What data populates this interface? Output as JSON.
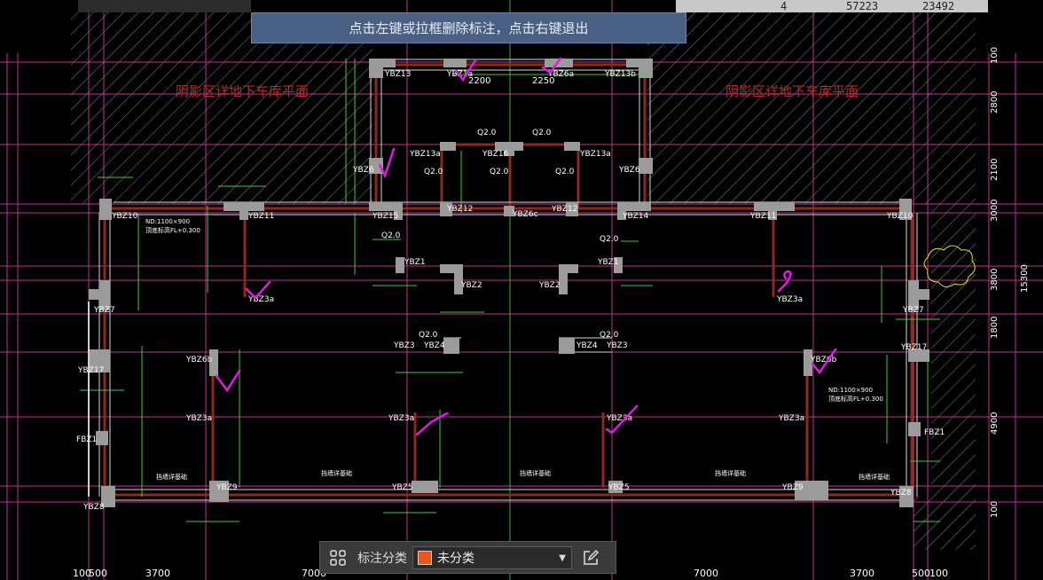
{
  "banner": {
    "message": "点击左键或拉框删除标注，点击右键退出"
  },
  "topbar": {
    "c1": "4",
    "c2": "57223",
    "c3": "23492"
  },
  "toolbar": {
    "category_label": "标注分类",
    "selected_category": "未分类",
    "category_color": "#e8581a"
  },
  "drawing": {
    "zone_label_left": "阴影区详地下车库平面",
    "zone_label_right": "阴影区详地下车库平面",
    "top_dims": [
      "2200",
      "2250"
    ],
    "bottom_dims": [
      "100",
      "500",
      "3700",
      "7000",
      "7000",
      "3700",
      "500",
      "100"
    ],
    "right_dims": [
      "100",
      "2800",
      "2100",
      "3000",
      "3800",
      "1800",
      "4900",
      "100"
    ],
    "total_height": "15300",
    "nd_note_left": "ND:1100×900",
    "nd_note_left2": "顶底标高FL+0.300",
    "nd_note_right": "ND:1100×900",
    "nd_note_right2": "顶底标高FL+0.300",
    "labels": {
      "ybz13": "YBZ13",
      "ybz1a": "YBZ1a",
      "ybz6a": "YBZ6a",
      "ybz13b": "YBZ13b",
      "ybz13a_l": "YBZ13a",
      "ybz16": "YBZ16",
      "ybz13a_r": "YBZ13a",
      "ybz6_l": "YBZ6",
      "ybz6_r": "YBZ6",
      "ybz10_l": "YBZ10",
      "ybz11_l": "YBZ11",
      "ybz15": "YBZ15",
      "ybz12_l": "YBZ12",
      "ybz6c": "YBZ6c",
      "ybz12_r": "YBZ12",
      "ybz14": "YBZ14",
      "ybz11_r": "YBZ11",
      "ybz10_r": "YBZ10",
      "ybz1_l": "YBZ1",
      "ybz1_r": "YBZ1",
      "ybz2_l": "YBZ2",
      "ybz2_r": "YBZ2",
      "ybz6b_l": "YBZ6b",
      "ybz3a_1": "YBZ3a",
      "ybz7": "YBZ7",
      "ybz3a_2": "YBZ3a",
      "ybz7_r": "YBZ7",
      "ybz3_l": "YBZ3",
      "ybz4_l": "YBZ4",
      "ybz4_r": "YBZ4",
      "ybz3_r": "YBZ3",
      "ybz17": "YBZ17",
      "ybz6b_l2": "YBZ6b",
      "ybz6b_r": "YBZ6b",
      "ybz17_r": "YBZ17",
      "ybz3a_l": "YBZ3a",
      "ybz3a_m1": "YBZ3a",
      "ybz3a_m2": "YBZ3a",
      "ybz3a_r": "YBZ3a",
      "fbz1_l": "FBZ1",
      "fbz1_r": "FBZ1",
      "ybz8_l": "YBZ8",
      "ybz9": "YBZ9",
      "ybz5_l": "YBZ5",
      "ybz5_r": "YBZ5",
      "ybz9_r": "YBZ9",
      "ybz8_r": "YBZ8",
      "q20": "Q2.0",
      "baseline": "挡墙详基础"
    }
  }
}
